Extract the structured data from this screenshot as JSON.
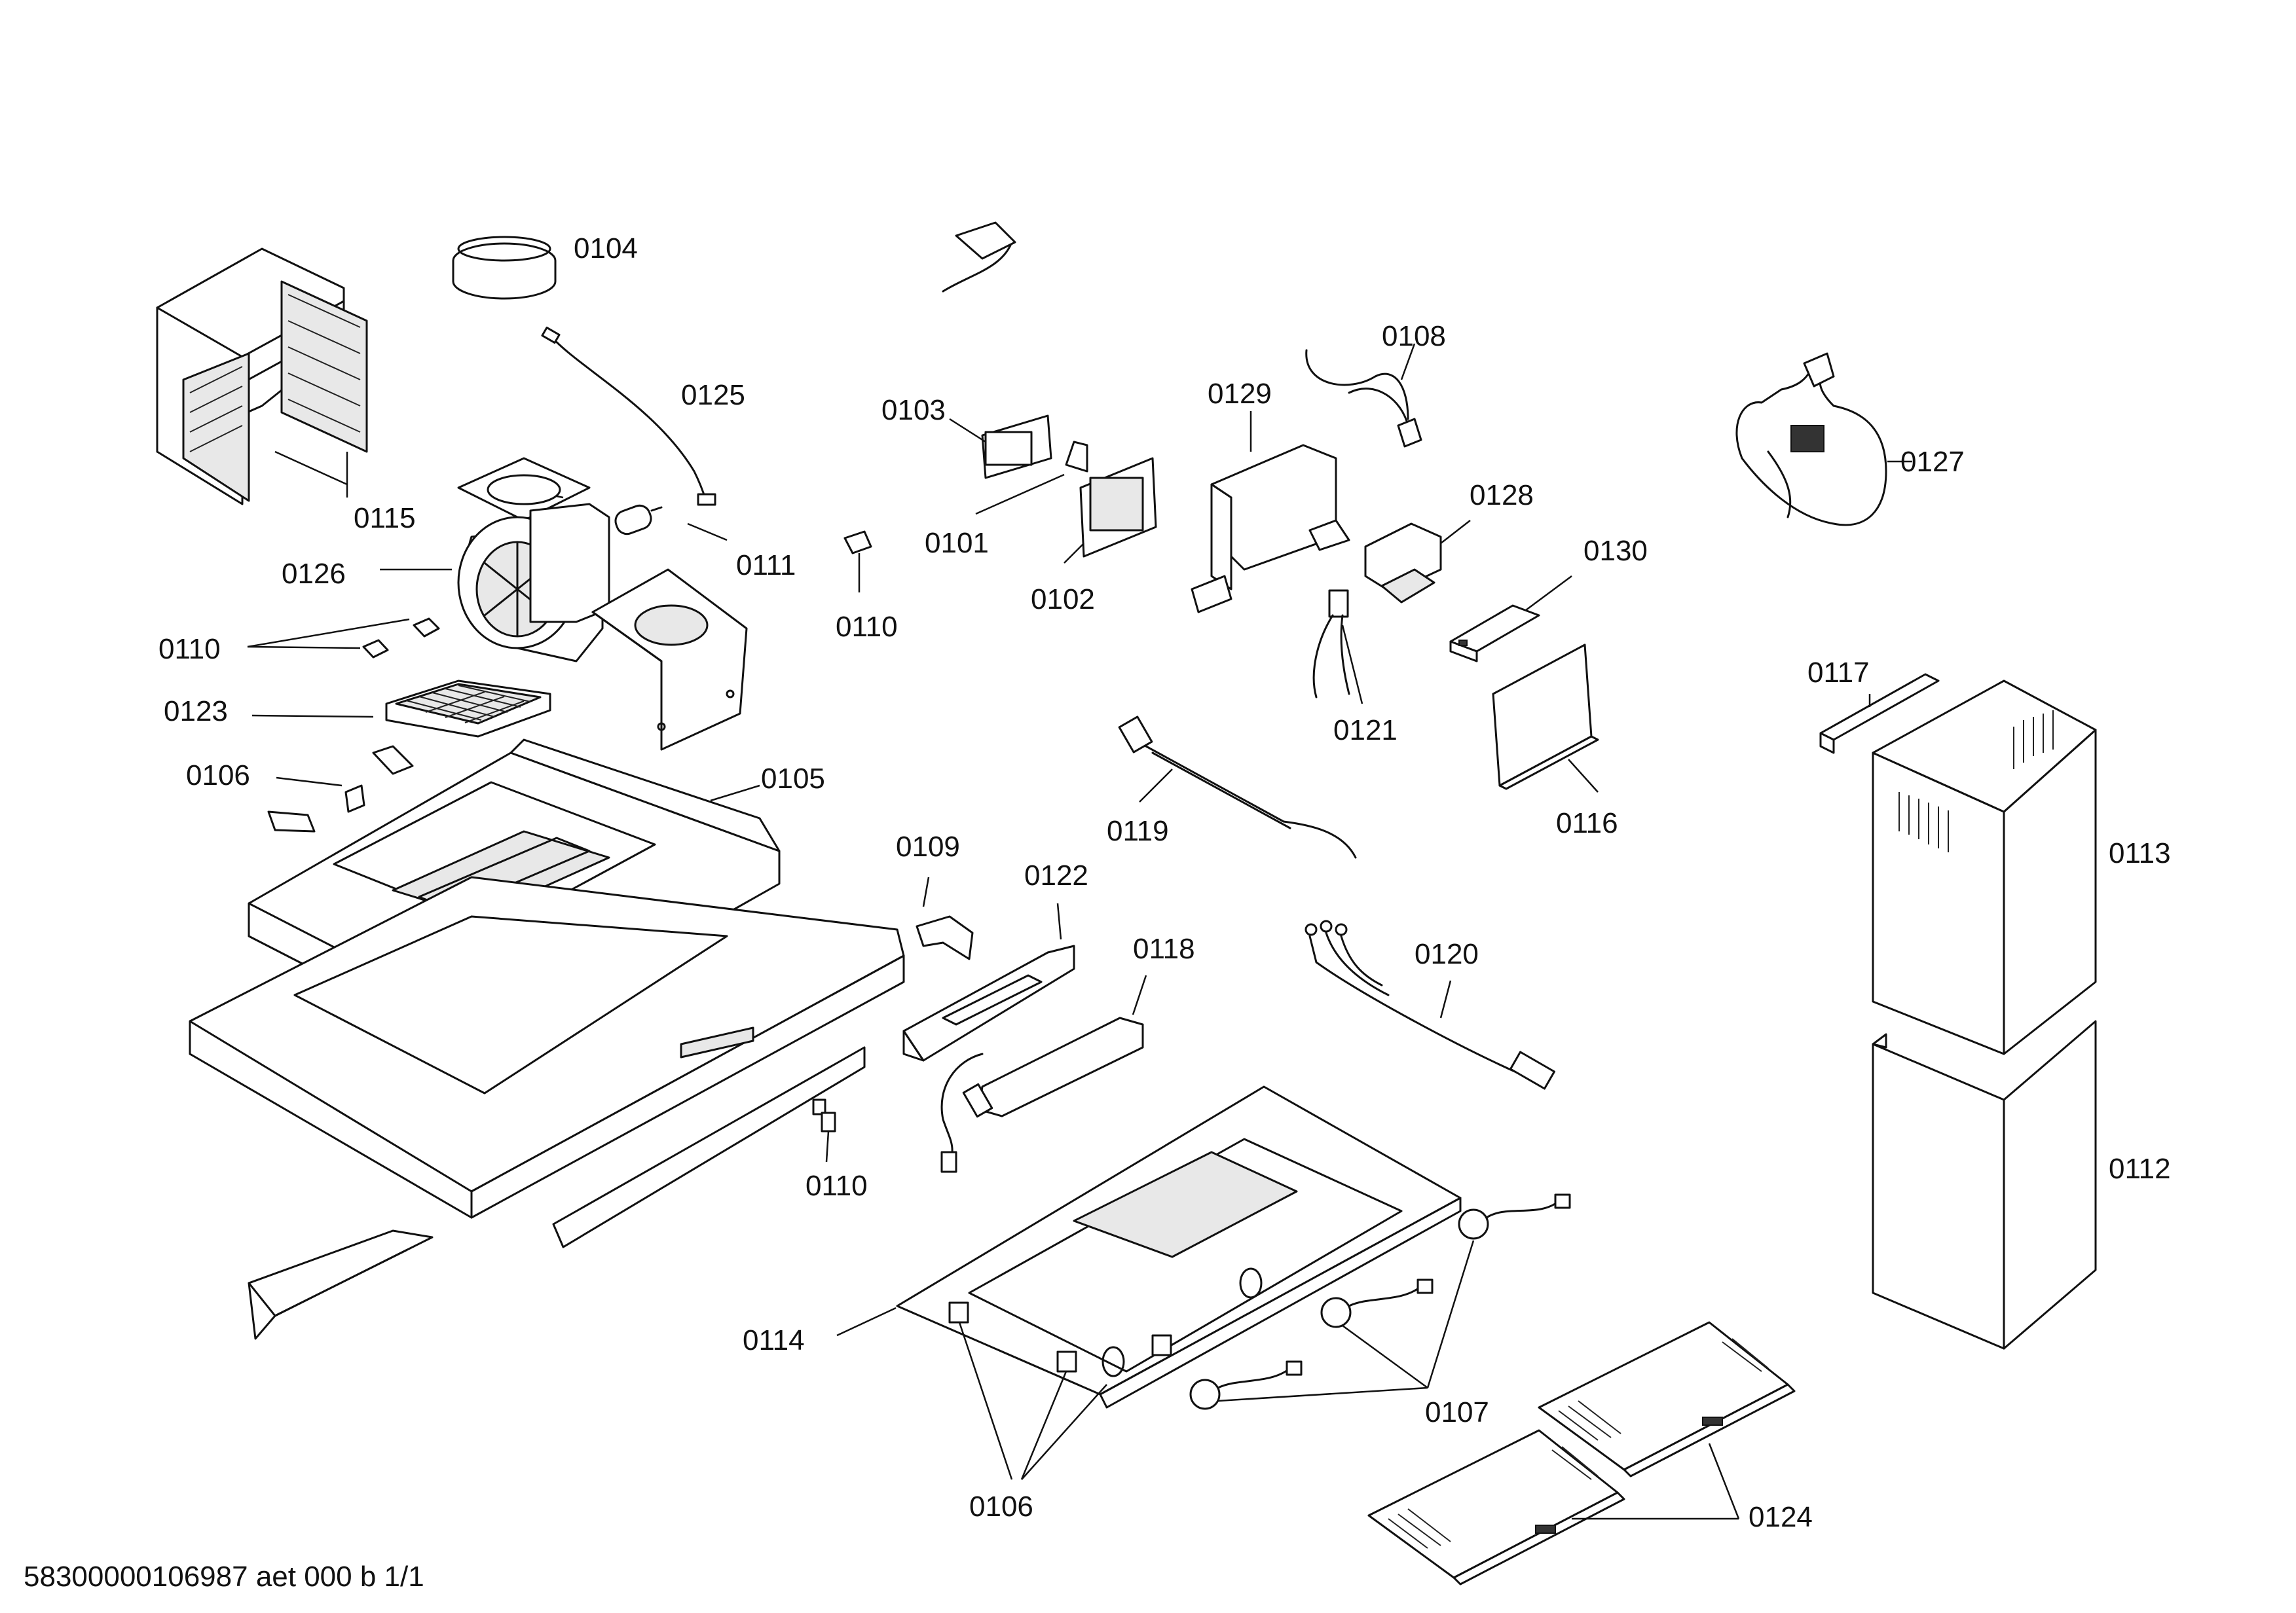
{
  "diagram": {
    "labels": {
      "p0104": "0104",
      "p0125": "0125",
      "p0115": "0115",
      "p0126": "0126",
      "p0111": "0111",
      "p0110a": "0110",
      "p0123": "0123",
      "p0106a": "0106",
      "p0105": "0105",
      "p0103": "0103",
      "p0101": "0101",
      "p0102": "0102",
      "p0110b": "0110",
      "p0129": "0129",
      "p0108": "0108",
      "p0128": "0128",
      "p0130": "0130",
      "p0121": "0121",
      "p0116": "0116",
      "p0119": "0119",
      "p0127": "0127",
      "p0117": "0117",
      "p0113": "0113",
      "p0112": "0112",
      "p0109": "0109",
      "p0122": "0122",
      "p0118": "0118",
      "p0120": "0120",
      "p0110c": "0110",
      "p0114": "0114",
      "p0107": "0107",
      "p0106b": "0106",
      "p0124": "0124"
    },
    "footer": "58300000106987 aet 000 b 1/1"
  }
}
